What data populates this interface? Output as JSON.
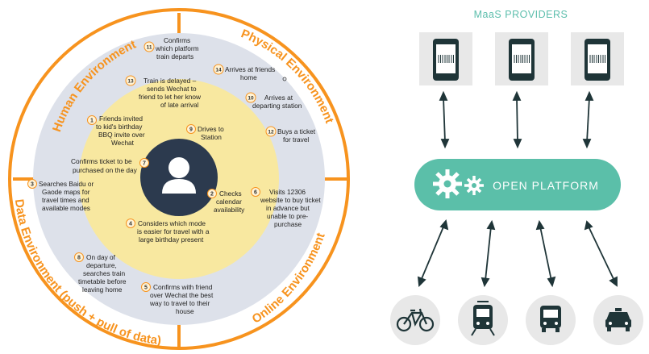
{
  "circle_diagram": {
    "ring_labels": {
      "human": "Human Environment",
      "physical": "Physical Environment",
      "data": "Data Environment (push + pull of data)",
      "online": "Online Environment"
    },
    "steps": [
      {
        "num": "1",
        "lines": [
          "Friends invited",
          "to kid's birthday",
          "BBQ invite over",
          "Wechat"
        ]
      },
      {
        "num": "2",
        "lines": [
          "Checks",
          "calendar",
          "availability"
        ]
      },
      {
        "num": "3",
        "lines": [
          "Searches Baidu or",
          "Gaode maps for",
          "travel times and",
          "available modes"
        ]
      },
      {
        "num": "4",
        "lines": [
          "Considers which mode",
          "is easier for travel with a",
          "large birthday present"
        ]
      },
      {
        "num": "5",
        "lines": [
          "Confirms with friend",
          "over Wechat the best",
          "way to travel to their",
          "house"
        ]
      },
      {
        "num": "6",
        "lines": [
          "Visits  12306",
          "website to buy ticket",
          "in advance but",
          "unable to pre-",
          "purchase"
        ]
      },
      {
        "num": "7",
        "lines": [
          "Confirms ticket to be",
          "purchased on the day"
        ]
      },
      {
        "num": "8",
        "lines": [
          "On day of",
          "departure,",
          "searches train",
          "timetable before",
          "leaving home"
        ]
      },
      {
        "num": "9",
        "lines": [
          "Drives to",
          "Station"
        ]
      },
      {
        "num": "10",
        "lines": [
          "Arrives at",
          "departing station"
        ]
      },
      {
        "num": "11",
        "lines": [
          "Confirms",
          "which platform",
          "train departs"
        ]
      },
      {
        "num": "12",
        "lines": [
          "Buys a ticket",
          "for travel"
        ]
      },
      {
        "num": "13",
        "lines": [
          "Train is delayed –",
          "sends Wechat to",
          "friend to let her know",
          "of late arrival"
        ]
      },
      {
        "num": "14",
        "lines": [
          "Arrives at friends",
          "home"
        ]
      }
    ]
  },
  "platform": {
    "providers_title": "MaaS PROVIDERS",
    "platform_label": "OPEN PLATFORM",
    "provider_icons": [
      "mobile-phone-barcode-icon",
      "mobile-phone-barcode-icon",
      "mobile-phone-barcode-icon"
    ],
    "mode_icons": [
      "bicycle-icon",
      "train-icon",
      "bus-icon",
      "taxi-icon"
    ]
  },
  "colors": {
    "orange": "#f7931e",
    "light_blue": "#dde1ea",
    "yellow": "#f8e8a0",
    "navy": "#2c3a4e",
    "teal": "#5bbfa9",
    "dark_teal": "#244a4d",
    "title_teal": "#5cbeac"
  }
}
